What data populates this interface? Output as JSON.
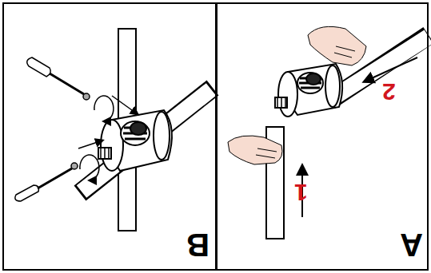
{
  "diagram": {
    "nodes": [
      {
        "text": [
          "A"
        ]
      },
      {
        "text": [
          "B"
        ]
      }
    ],
    "labels": [
      "1",
      "2"
    ]
  }
}
